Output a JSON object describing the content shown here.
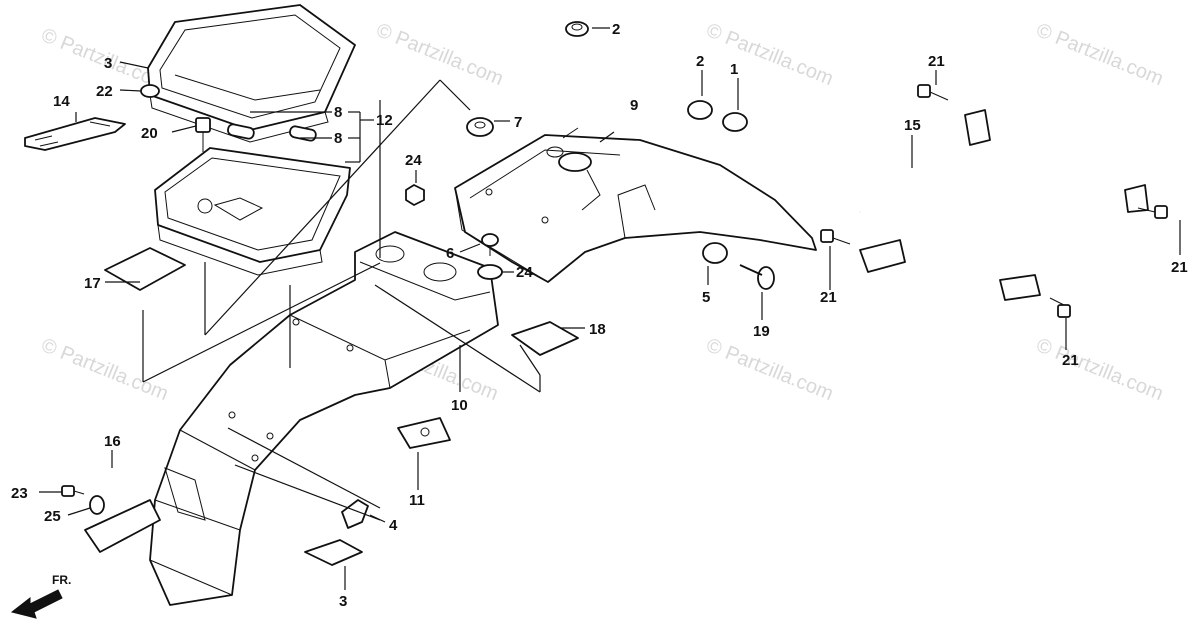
{
  "watermark": "© Partzilla.com",
  "front_marker": "FR.",
  "callouts": [
    {
      "id": "c1",
      "label": "1"
    },
    {
      "id": "c2a",
      "label": "2"
    },
    {
      "id": "c2b",
      "label": "2"
    },
    {
      "id": "c3",
      "label": "3"
    },
    {
      "id": "c3top",
      "label": "3"
    },
    {
      "id": "c4",
      "label": "4"
    },
    {
      "id": "c5",
      "label": "5"
    },
    {
      "id": "c6",
      "label": "6"
    },
    {
      "id": "c7",
      "label": "7"
    },
    {
      "id": "c8a",
      "label": "8"
    },
    {
      "id": "c8b",
      "label": "8"
    },
    {
      "id": "c9",
      "label": "9"
    },
    {
      "id": "c10",
      "label": "10"
    },
    {
      "id": "c11",
      "label": "11"
    },
    {
      "id": "c12",
      "label": "12"
    },
    {
      "id": "c14",
      "label": "14"
    },
    {
      "id": "c15",
      "label": "15"
    },
    {
      "id": "c16",
      "label": "16"
    },
    {
      "id": "c17",
      "label": "17"
    },
    {
      "id": "c18",
      "label": "18"
    },
    {
      "id": "c19",
      "label": "19"
    },
    {
      "id": "c20",
      "label": "20"
    },
    {
      "id": "c21a",
      "label": "21"
    },
    {
      "id": "c21b",
      "label": "21"
    },
    {
      "id": "c21c",
      "label": "21"
    },
    {
      "id": "c21d",
      "label": "21"
    },
    {
      "id": "c22",
      "label": "22"
    },
    {
      "id": "c23",
      "label": "23"
    },
    {
      "id": "c24a",
      "label": "24"
    },
    {
      "id": "c24b",
      "label": "24"
    },
    {
      "id": "c25",
      "label": "25"
    }
  ]
}
